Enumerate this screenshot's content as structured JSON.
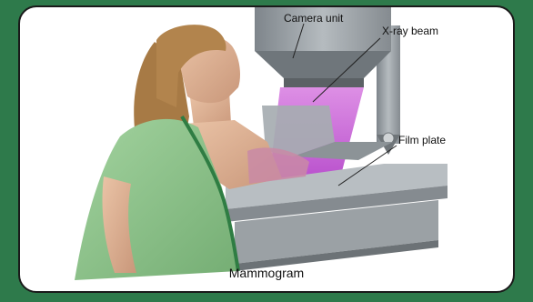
{
  "labels": {
    "camera_unit": "Camera unit",
    "xray_beam": "X-ray beam",
    "film_plate": "Film plate"
  },
  "caption": "Mammogram",
  "colors": {
    "frame_background": "#2e7a4b",
    "gown": "#8cc28a",
    "gown_trim": "#2f7d43",
    "skin": "#e2b89a",
    "hair": "#a77a45",
    "beam": "#c65ad6",
    "machine": "#9aa0a5"
  }
}
